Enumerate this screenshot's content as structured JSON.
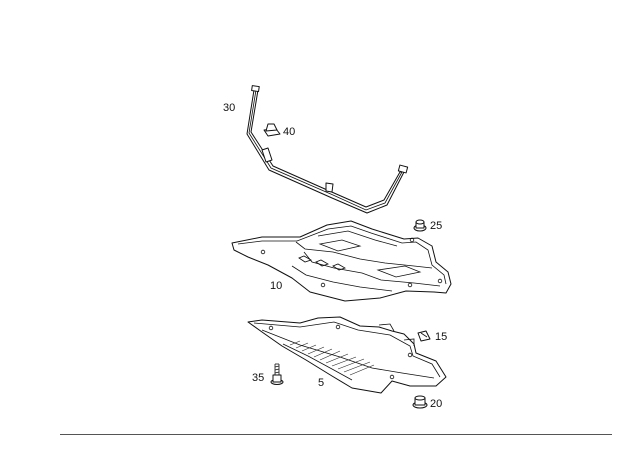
{
  "diagram": {
    "parts": [
      {
        "id": "5",
        "label": "5",
        "icon": "lower-skid-plate"
      },
      {
        "id": "10",
        "label": "10",
        "icon": "engine-underguard-panel"
      },
      {
        "id": "15",
        "label": "15",
        "icon": "clip"
      },
      {
        "id": "20",
        "label": "20",
        "icon": "grommet"
      },
      {
        "id": "25",
        "label": "25",
        "icon": "grommet"
      },
      {
        "id": "30",
        "label": "30",
        "icon": "support-bracket-tube"
      },
      {
        "id": "35",
        "label": "35",
        "icon": "bolt"
      },
      {
        "id": "40",
        "label": "40",
        "icon": "nut-clip"
      }
    ]
  }
}
